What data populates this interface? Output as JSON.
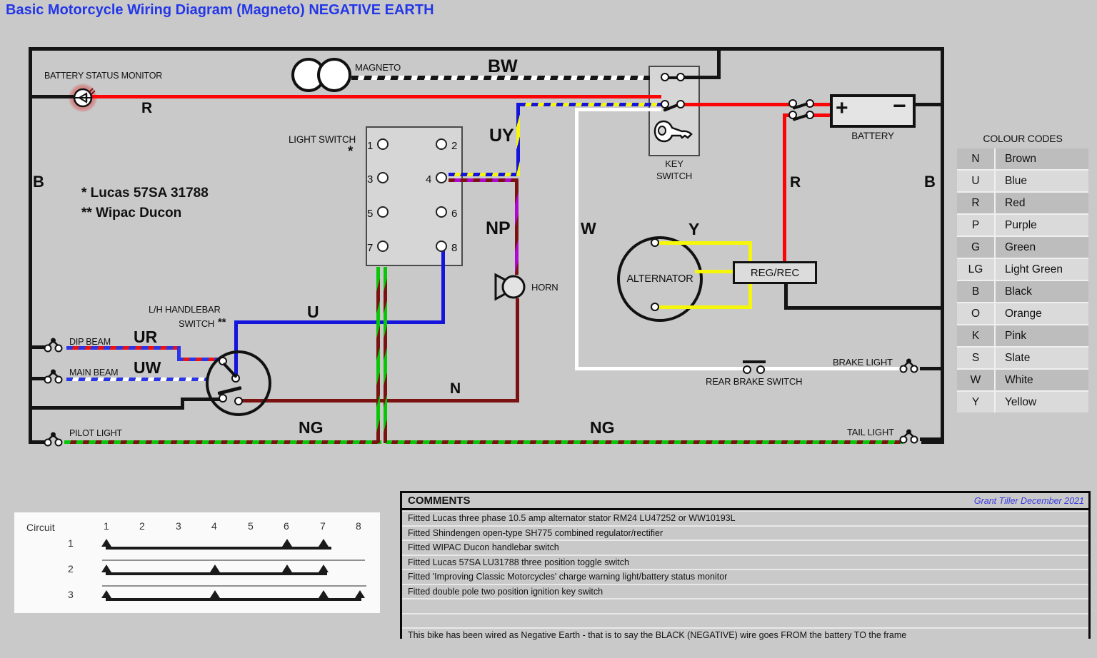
{
  "title": "Basic Motorcycle Wiring Diagram (Magneto) NEGATIVE EARTH",
  "colors": {
    "title_blue": "#2337e8",
    "background": "#c9c9c9",
    "wire_red": "#fb0406",
    "wire_blue": "#1414dc",
    "wire_yellow": "#f6f60a",
    "wire_white": "#ffffff",
    "wire_black": "#141414",
    "wire_brown": "#7a1212",
    "wire_purple": "#b007d0",
    "wire_green": "#09c609"
  },
  "diagram": {
    "labels": {
      "battery_status_monitor": "BATTERY STATUS MONITOR",
      "magneto": "MAGNETO",
      "light_switch": "LIGHT SWITCH",
      "light_switch_asterisk": "*",
      "key_switch_line1": "KEY",
      "key_switch_line2": "SWITCH",
      "battery": "BATTERY",
      "battery_plus": "+",
      "battery_minus": "−",
      "alternator": "ALTERNATOR",
      "reg_rec": "REG/REC",
      "horn": "HORN",
      "handlebar_switch_line1": "L/H HANDLEBAR",
      "handlebar_switch_line2": "SWITCH",
      "handlebar_asterisks": "**",
      "dip_beam": "DIP BEAM",
      "main_beam": "MAIN BEAM",
      "pilot_light": "PILOT LIGHT",
      "rear_brake_switch": "REAR BRAKE SWITCH",
      "brake_light": "BRAKE LIGHT",
      "tail_light": "TAIL LIGHT",
      "note_line1": "* Lucas 57SA 31788",
      "note_line2": "** Wipac Ducon"
    },
    "terminal_numbers": [
      "1",
      "2",
      "3",
      "4",
      "5",
      "6",
      "7",
      "8"
    ],
    "wire_labels": {
      "r": "R",
      "b_left": "B",
      "b_right": "B",
      "bw": "BW",
      "uy": "UY",
      "np": "NP",
      "w": "W",
      "y": "Y",
      "r2": "R",
      "u": "U",
      "ur": "UR",
      "uw": "UW",
      "n": "N",
      "ng1": "NG",
      "ng2": "NG"
    }
  },
  "colour_codes": {
    "title": "COLOUR CODES",
    "rows": [
      {
        "code": "N",
        "name": "Brown"
      },
      {
        "code": "U",
        "name": "Blue"
      },
      {
        "code": "R",
        "name": "Red"
      },
      {
        "code": "P",
        "name": "Purple"
      },
      {
        "code": "G",
        "name": "Green"
      },
      {
        "code": "LG",
        "name": "Light Green"
      },
      {
        "code": "B",
        "name": "Black"
      },
      {
        "code": "O",
        "name": "Orange"
      },
      {
        "code": "K",
        "name": "Pink"
      },
      {
        "code": "S",
        "name": "Slate"
      },
      {
        "code": "W",
        "name": "White"
      },
      {
        "code": "Y",
        "name": "Yellow"
      }
    ]
  },
  "circuit_chart": {
    "type": "table",
    "title": "Circuit",
    "positions": [
      "1",
      "2",
      "3",
      "4",
      "5",
      "6",
      "7",
      "8"
    ],
    "rows": [
      {
        "label": "1",
        "contacts": [
          "1",
          "6",
          "7"
        ],
        "bar_span": [
          "1",
          "7"
        ],
        "rail_span": null
      },
      {
        "label": "2",
        "contacts": [
          "1",
          "4",
          "6",
          "7"
        ],
        "bar_span": [
          "1",
          "7"
        ],
        "rail_span": [
          "1",
          "8"
        ]
      },
      {
        "label": "3",
        "contacts": [
          "1",
          "4",
          "7",
          "8"
        ],
        "bar_span": [
          "1",
          "8"
        ],
        "rail_span": [
          "1",
          "8"
        ]
      }
    ]
  },
  "comments": {
    "header": "COMMENTS",
    "credit": "Grant Tiller December 2021",
    "rows": [
      "Fitted Lucas three phase 10.5 amp alternator stator RM24 LU47252 or WW10193L",
      "Fitted Shindengen open-type SH775 combined regulator/rectifier",
      "Fitted WIPAC Ducon handlebar switch",
      "Fitted Lucas 57SA LU31788 three position toggle switch",
      "Fitted 'Improving Classic Motorcycles' charge warning light/battery status monitor",
      "Fitted double pole two position ignition key switch"
    ],
    "footer": "This bike has been wired as Negative Earth - that is to say the BLACK (NEGATIVE) wire goes FROM the battery TO the frame"
  }
}
